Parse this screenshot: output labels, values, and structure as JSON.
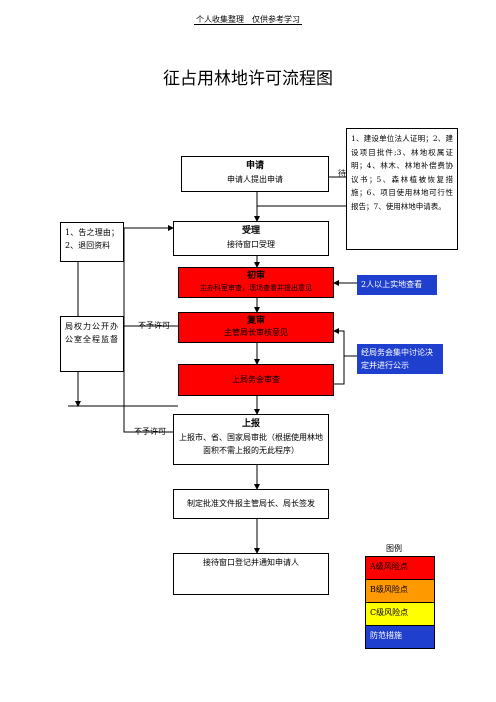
{
  "header": {
    "text": "个人收集整理　仅供参考学习"
  },
  "title": "征占用林地许可流程图",
  "flow": {
    "apply": {
      "title": "申请",
      "sub": "申请人提出申请"
    },
    "accept": {
      "title": "受理",
      "sub": "接待窗口受理"
    },
    "first_review": {
      "title": "初审",
      "sub": "主办科室审查，现场查看并提出意见"
    },
    "review": {
      "title": "复审",
      "sub": "主管局长审核意见"
    },
    "decision": {
      "sub": "上局务会审查"
    },
    "report": {
      "title": "上报",
      "sub": "上报市、省、国家局审批（根据使用林地面积不需上报的无此程序）"
    },
    "draft": {
      "sub": "制定批准文件报主管局长、局长签发"
    },
    "notify": {
      "sub": "接待窗口登记并通知申请人"
    }
  },
  "labels": {
    "wait": "待",
    "reject1": "不予许可",
    "reject2": "不予许可"
  },
  "side_notes": {
    "requirements": "1、建设单位法人证明；2、建设项目批件;3、林地权属证明；4、林木、林地补偿费协议书；5、森林植被恢复措施；6、项目使用林地可行性报告；7、使用林地申请表。",
    "left_notice": "1、告之理由；2、退回资料",
    "left_supervise": "局权力公开办公室全程监督",
    "site_check": "2人以上实地查看",
    "meeting": "经局务会集中讨论决定并进行公示"
  },
  "legend": {
    "title": "图例",
    "items": [
      {
        "label": "A级风险点",
        "color": "#ff0000"
      },
      {
        "label": "B级风险点",
        "color": "#ff9900"
      },
      {
        "label": "C级风险点",
        "color": "#ffff00"
      },
      {
        "label": "防范措施",
        "color": "#1f3fcf"
      }
    ]
  }
}
